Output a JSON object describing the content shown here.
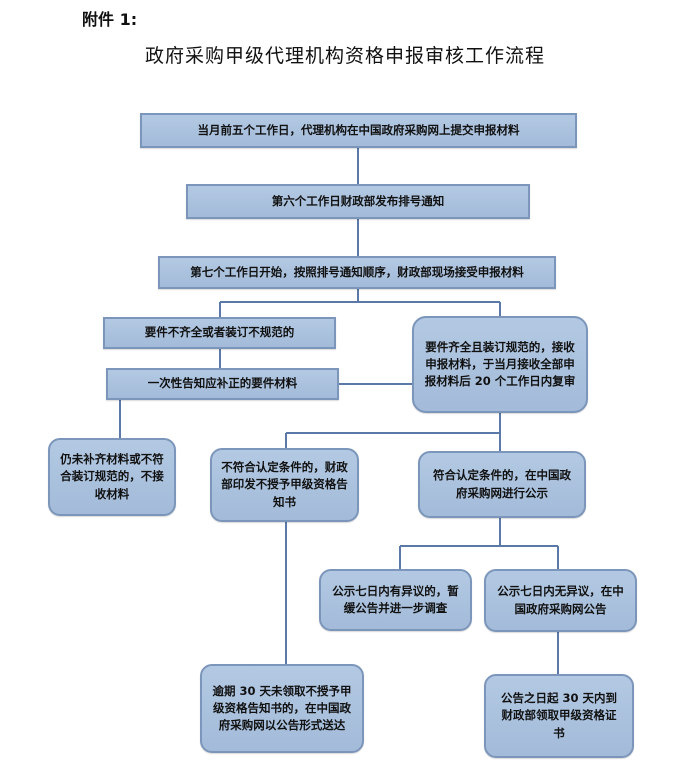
{
  "header": {
    "attachment": "附件 1:",
    "title": "政府采购甲级代理机构资格申报审核工作流程"
  },
  "nodes": {
    "step1": "当月前五个工作日，代理机构在中国政府采购网上提交申报材料",
    "step2": "第六个工作日财政部发布排号通知",
    "step3": "第七个工作日开始，按照排号通知顺序，财政部现场接受申报材料",
    "incomplete": "要件不齐全或者装订不规范的",
    "notify_once": "一次性告知应补正的要件材料",
    "reject": "仍未补齐材料或不符合装订规范的，不接收材料",
    "complete": "要件齐全且装订规范的，接收申报材料，于当月接收全部申报材料后 20 个工作日内复审",
    "not_qualified": "不符合认定条件的，财政部印发不授予甲级资格告知书",
    "qualified": "符合认定条件的，在中国政府采购网进行公示",
    "objection": "公示七日内有异议的，暂缓公告并进一步调查",
    "no_objection": "公示七日内无异议，在中国政府采购网公告",
    "overdue": "逾期 30 天未领取不授予甲级资格告知书的，在中国政府采购网以公告形式送达",
    "certificate": "公告之日起 30 天内到财政部领取甲级资格证书"
  }
}
